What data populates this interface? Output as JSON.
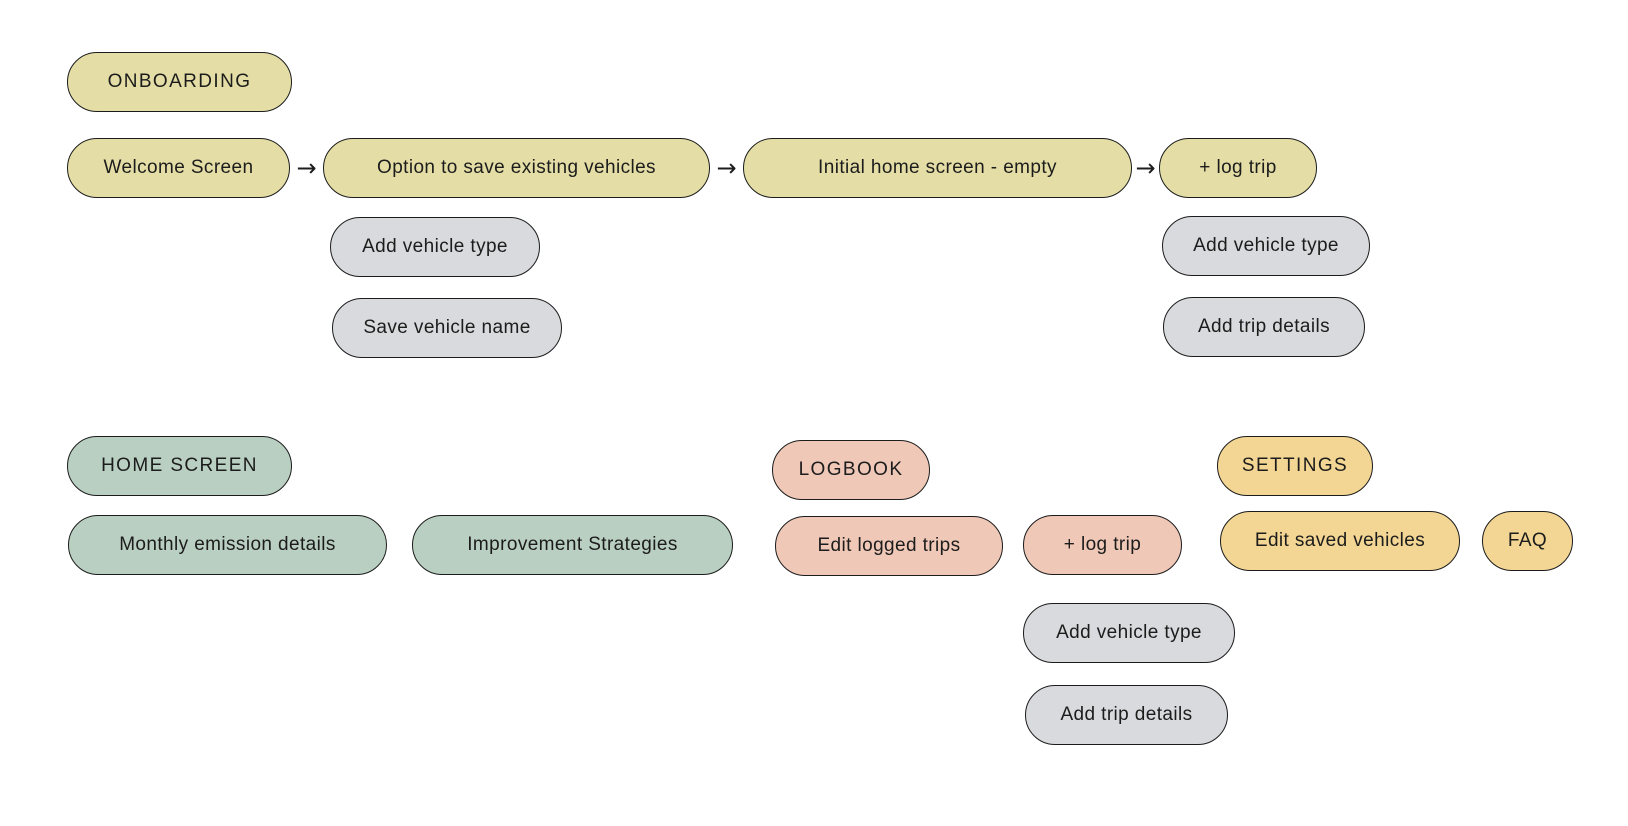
{
  "canvas": {
    "arrow": "→"
  },
  "colors": {
    "background": "#FFFFFF",
    "border": "#1C1C1C",
    "text": "#1C1C1C",
    "onboarding": "#E4DEA6",
    "home": "#B9CFC1",
    "logbook": "#EFC8B7",
    "settings": "#F3D694",
    "sub": "#D9DADD"
  },
  "sections": {
    "onboarding": {
      "header": "ONBOARDING",
      "flow": [
        "Welcome Screen",
        "Option to save existing vehicles",
        "Initial home screen - empty",
        "+ log trip"
      ],
      "option_substeps": [
        "Add vehicle type",
        "Save vehicle name"
      ],
      "logtrip_substeps": [
        "Add vehicle type",
        "Add trip details"
      ]
    },
    "home_screen": {
      "header": "HOME SCREEN",
      "items": [
        "Monthly emission details",
        "Improvement Strategies"
      ]
    },
    "logbook": {
      "header": "LOGBOOK",
      "items": [
        "Edit logged trips",
        "+ log trip"
      ],
      "logtrip_substeps": [
        "Add vehicle type",
        "Add trip details"
      ]
    },
    "settings": {
      "header": "SETTINGS",
      "items": [
        "Edit saved vehicles",
        "FAQ"
      ]
    }
  }
}
